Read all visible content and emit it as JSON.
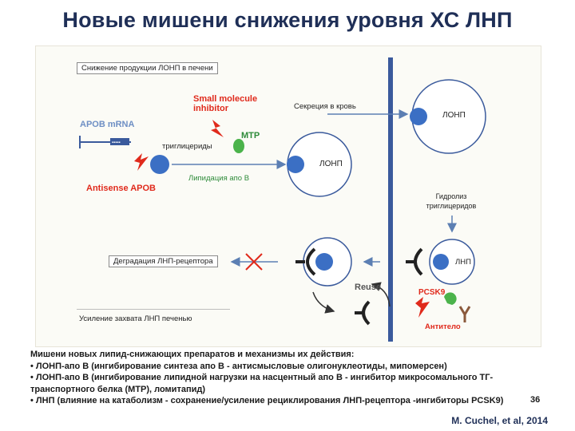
{
  "title": "Новые мишени снижения уровня ХС ЛНП",
  "diagram": {
    "liver_box_label": "Снижение продукции ЛОНП в печени",
    "small_molecule_inhibitor": "Small molecule inhibitor",
    "apob_mrna": "APOB mRNA",
    "mtp": "MTP",
    "triglycerides": "триглицериды",
    "antisense_apob": "Antisense APOB",
    "lipidation": "Липидация апо В",
    "secretion": "Секреция в кровь",
    "vldl_left": "ЛОНП",
    "vldl_right": "ЛОНП",
    "hydrolysis": "Гидролиз триглицеридов",
    "ldl": "ЛНП",
    "ldlr_degradation": "Деградация ЛНП-рецептора",
    "reuse": "Reuse",
    "pcsk9": "PCSK9",
    "antibody": "Антитело",
    "liver_uptake": "Усиление захвата ЛНП печенью"
  },
  "footer": {
    "line1": "Мишени новых липид-снижающих препаратов и механизмы их действия:",
    "line2": "• ЛОНП-апо В (ингибирование синтеза апо В - антисмысловые олигонуклеотиды, мипомерсен)",
    "line3": "• ЛОНП-апо В (ингибирование липидной нагрузки на насцентный апо В - ингибитор микросомального ТГ-транспортного белка (МТР), ломитапид)",
    "line4": "• ЛНП (влияние на катаболизм - сохранение/усиление рециклирования ЛНП-рецептора -ингибиторы PCSK9)",
    "page_number": "36",
    "citation": "M. Cuchel, et al, 2014"
  },
  "colors": {
    "title": "#1f2f57",
    "membrane": "#3a5a9c",
    "particle": "#3b6fc4",
    "arrow": "#5c7fb3",
    "red_label": "#e02a1c",
    "green_label": "#2e8b3a",
    "mtp_green": "#4bb34b"
  }
}
